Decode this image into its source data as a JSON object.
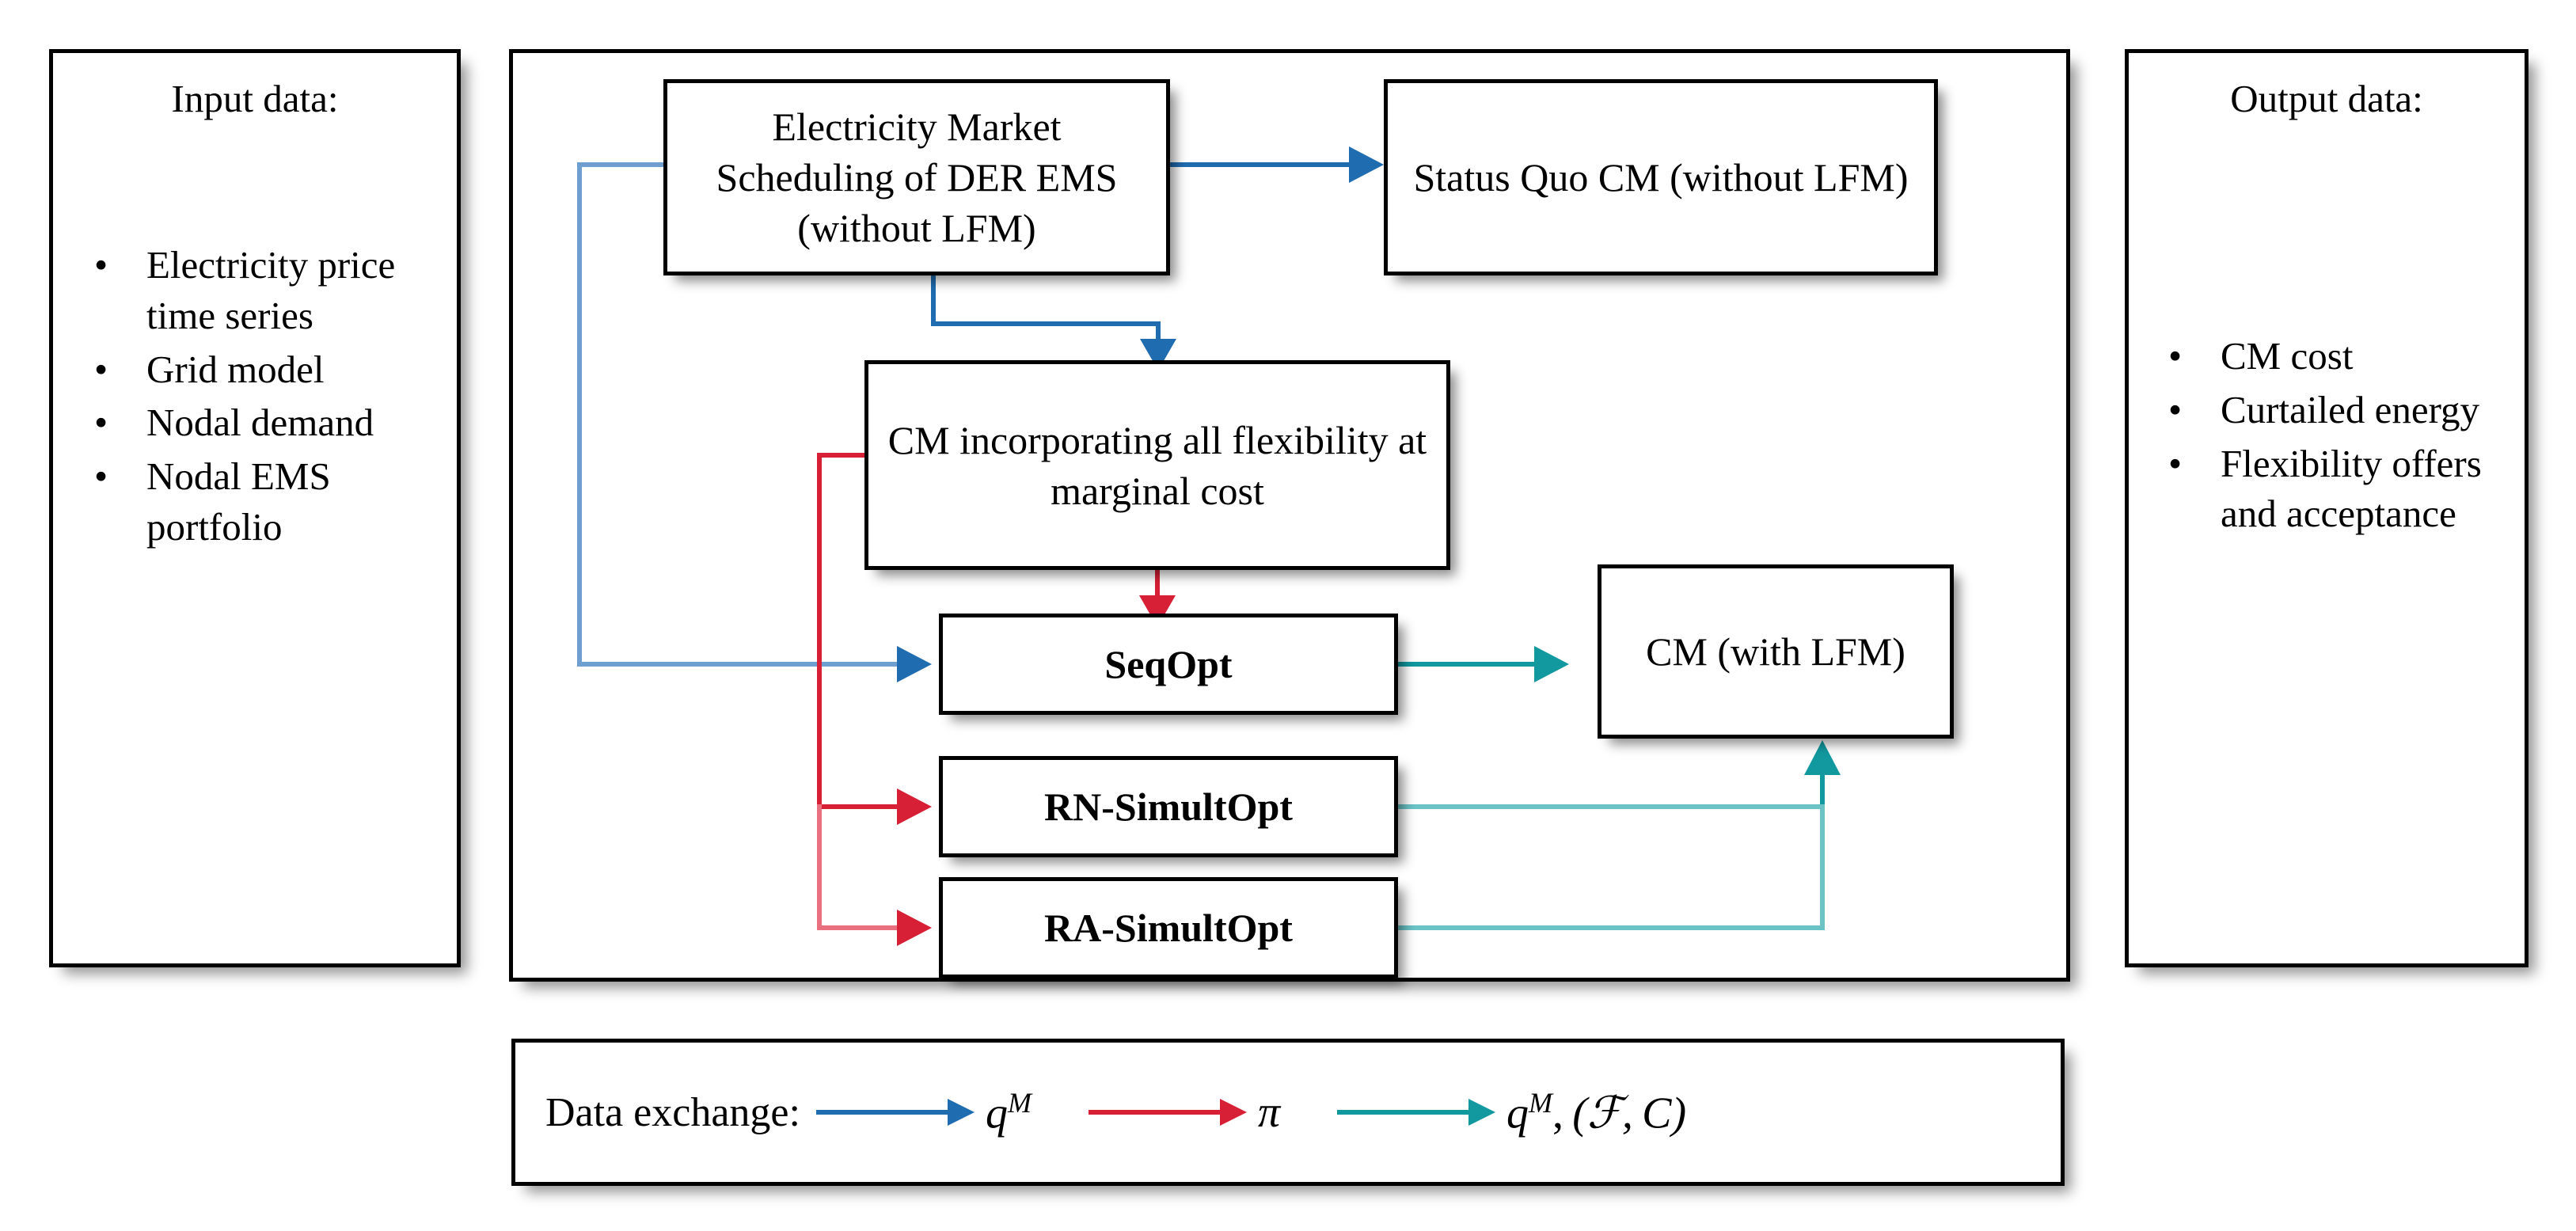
{
  "input_panel": {
    "title": "Input data:",
    "items": [
      "Electricity price time series",
      "Grid model",
      "Nodal demand",
      "Nodal EMS portfolio"
    ],
    "bullet": "•"
  },
  "output_panel": {
    "title": "Output data:",
    "items": [
      "CM cost",
      "Curtailed energy",
      "Flexibility offers and acceptance"
    ],
    "bullet": "•"
  },
  "process_boxes": {
    "ems": "Electricity Market Scheduling of DER EMS (without LFM)",
    "status_quo": "Status Quo CM (without LFM)",
    "cm_marginal": "CM incorporating all flexibility at marginal cost",
    "seqopt": "SeqOpt",
    "rn_simultopt": "RN-SimultOpt",
    "ra_simultopt": "RA-SimultOpt",
    "cm_lfm": "CM (with LFM)"
  },
  "legend": {
    "label": "Data exchange:",
    "entries": [
      {
        "color": "#1f6cb0",
        "symbol_base": "q",
        "symbol_sup": "M",
        "symbol_tail": ""
      },
      {
        "color": "#d71f35",
        "symbol_base": "π",
        "symbol_sup": "",
        "symbol_tail": ""
      },
      {
        "color": "#12999f",
        "symbol_base": "q",
        "symbol_sup": "M",
        "symbol_tail": ", (ℱ, C)"
      }
    ]
  },
  "colors": {
    "blue": "#1f6cb0",
    "blue_light": "#6f9fd0",
    "red": "#d71f35",
    "red_light": "#e8707f",
    "teal": "#12999f",
    "teal_light": "#6bc3c6",
    "border": "#000000",
    "background": "#ffffff"
  }
}
